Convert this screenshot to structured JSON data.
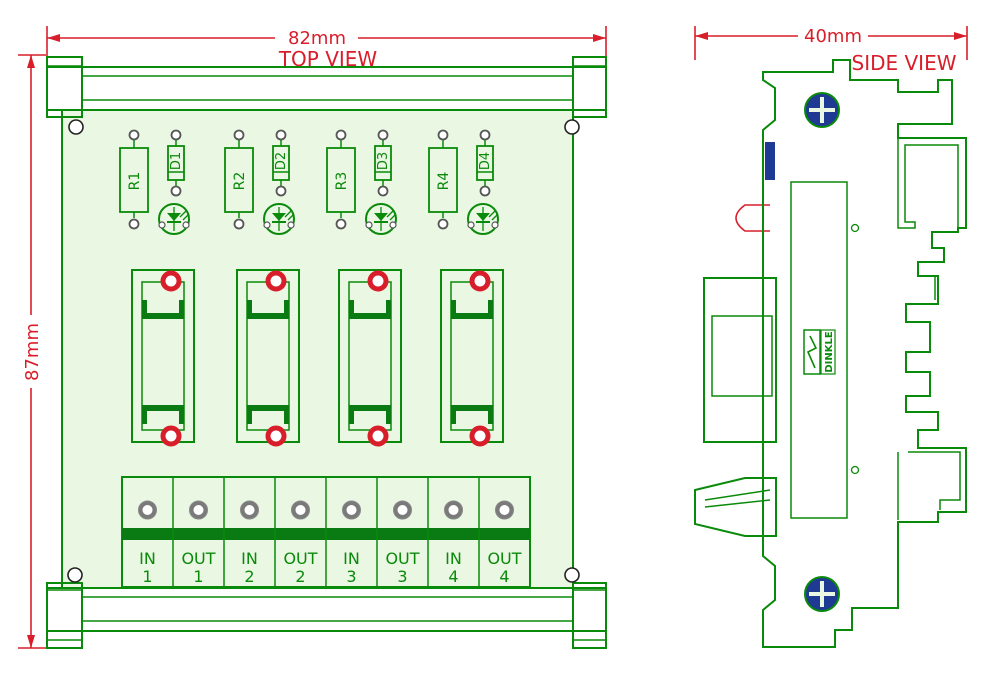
{
  "dimensions": {
    "width": "82mm",
    "height": "87mm",
    "side_width": "40mm"
  },
  "views": {
    "top": "TOP VIEW",
    "side": "SIDE VIEW"
  },
  "components": {
    "resistors": [
      "R1",
      "R2",
      "R3",
      "R4"
    ],
    "diodes": [
      "D1",
      "D2",
      "D3",
      "D4"
    ]
  },
  "terminals": [
    {
      "top": "IN",
      "num": "1"
    },
    {
      "top": "OUT",
      "num": "1"
    },
    {
      "top": "IN",
      "num": "2"
    },
    {
      "top": "OUT",
      "num": "2"
    },
    {
      "top": "IN",
      "num": "3"
    },
    {
      "top": "OUT",
      "num": "3"
    },
    {
      "top": "IN",
      "num": "4"
    },
    {
      "top": "OUT",
      "num": "4"
    }
  ],
  "brand": "DINKLE",
  "colors": {
    "outline": "#0a8a0a",
    "fill": "#eaf7e3",
    "dimension": "#d81e2a",
    "screw": "#1f3a93",
    "bar": "#0a7a12"
  }
}
